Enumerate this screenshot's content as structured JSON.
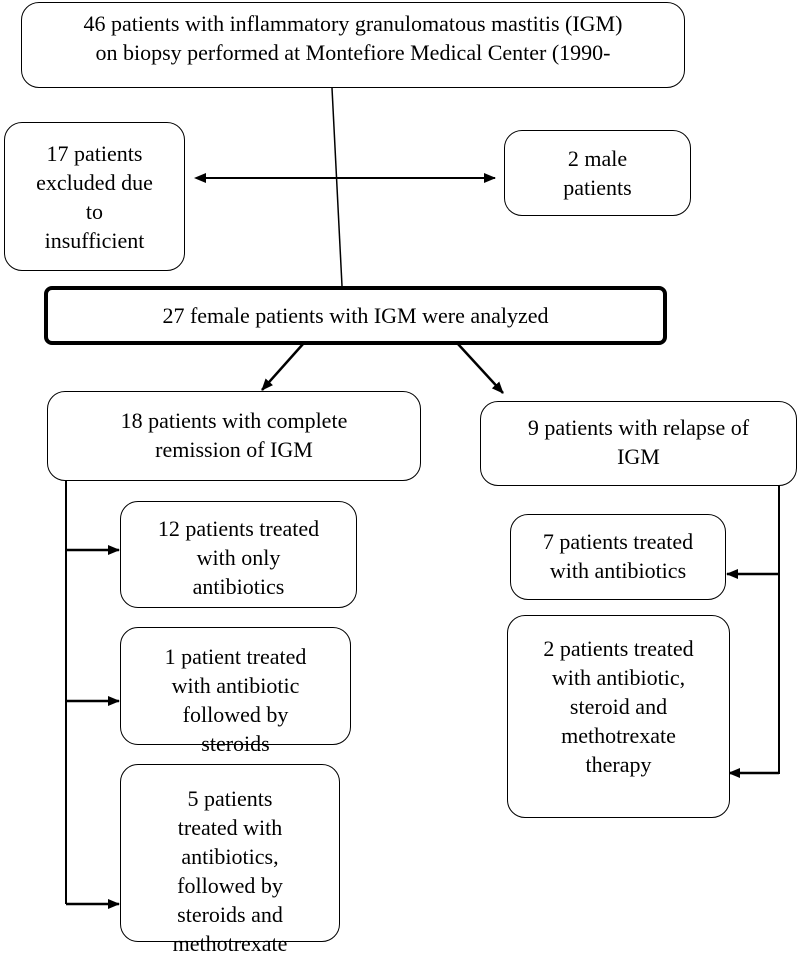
{
  "boxes": {
    "top": "46 patients with inflammatory granulomatous mastitis (IGM)\non biopsy performed at Montefiore Medical Center (1990-",
    "excluded": "17 patients\nexcluded due\nto\ninsufficient",
    "male": "2 male\npatients",
    "analyzed": "27 female patients with IGM were analyzed",
    "remission": "18 patients with complete\nremission of IGM",
    "relapse": "9 patients with relapse of\nIGM",
    "remission_antibiotics": "12 patients treated\nwith only\nantibiotics",
    "remission_steroids": "1 patient treated\nwith antibiotic\nfollowed by\nsteroids",
    "remission_methotrexate": "5 patients\ntreated with\nantibiotics,\nfollowed by\nsteroids  and\nmethotrexate",
    "relapse_antibiotics": "7 patients treated\nwith antibiotics",
    "relapse_triple": "2 patients treated\nwith antibiotic,\nsteroid and\nmethotrexate\ntherapy"
  },
  "colors": {
    "line": "#000000",
    "background": "#ffffff"
  }
}
